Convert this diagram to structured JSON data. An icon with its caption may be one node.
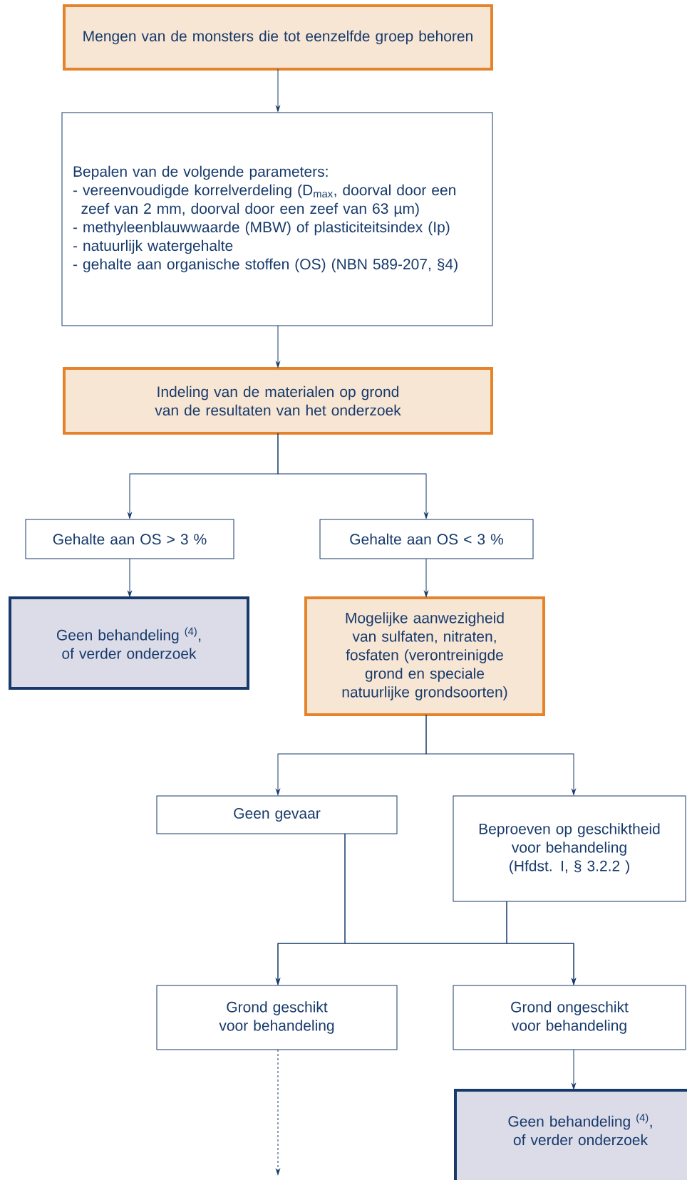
{
  "diagram": {
    "nodes": [
      {
        "text": [
          "Mengen van de monsters die tot eenzelfde groep behoren"
        ]
      },
      {
        "text": [
          "Bepalen van de volgende parameters:",
          "- vereenvoudigde korrelverdeling (D$_{max}$, doorval door een zeef van 2 mm, doorval door een zeef van 63 µm)",
          "- methyleenblauwwaarde (MBW) of plasticiteitsindex (Ip)",
          "- natuurlijk watergehalte",
          "- gehalte aan organische stoffen (OS) (NBN 589-207, §4)"
        ]
      },
      {
        "text": [
          "Indeling van de materialen op grond van de resultaten van het onderzoek"
        ]
      },
      {
        "text": [
          "Gehalte aan OS > 3 %"
        ]
      },
      {
        "text": [
          "Gehalte aan OS < 3 %"
        ]
      },
      {
        "text": [
          "Geen behandeling $^{(4)}$, of verder onderzoek"
        ]
      },
      {
        "text": [
          "Mogelijke aanwezigheid van sulfaten, nitraten, fosfaten (verontreinigde grond en speciale natuurlijke grondsoorten)"
        ]
      },
      {
        "text": [
          "Geen gevaar"
        ]
      },
      {
        "text": [
          "Beproeven op geschiktheid voor behandeling (Hfdst. I, § 3.2.2 )"
        ]
      },
      {
        "text": [
          "Grond geschikt voor behandeling"
        ]
      },
      {
        "text": [
          "Grond ongeschikt voor behandeling"
        ]
      },
      {
        "text": [
          "Geen behandeling $^{(4)}$, of verder onderzoek"
        ]
      }
    ],
    "edges": [
      {
        "from": 0,
        "to": 1,
        "arrow": "to"
      },
      {
        "from": 1,
        "to": 2,
        "arrow": "to"
      },
      {
        "from": 2,
        "to": 3,
        "arrow": "to"
      },
      {
        "from": 2,
        "to": 4,
        "arrow": "to"
      },
      {
        "from": 3,
        "to": 5,
        "arrow": "to"
      },
      {
        "from": 4,
        "to": 6,
        "arrow": "to"
      },
      {
        "from": 6,
        "to": 7,
        "arrow": "to"
      },
      {
        "from": 6,
        "to": 8,
        "arrow": "to"
      },
      {
        "from": 7,
        "to": 9,
        "arrow": "to"
      },
      {
        "from": 7,
        "to": 10,
        "arrow": "to"
      },
      {
        "from": 8,
        "to": 9,
        "arrow": "to"
      },
      {
        "from": 8,
        "to": 10,
        "arrow": "to"
      },
      {
        "from": 10,
        "to": 11,
        "arrow": "to"
      },
      {
        "from": 9,
        "to": null,
        "arrow": "to",
        "style": "dashed"
      }
    ]
  }
}
